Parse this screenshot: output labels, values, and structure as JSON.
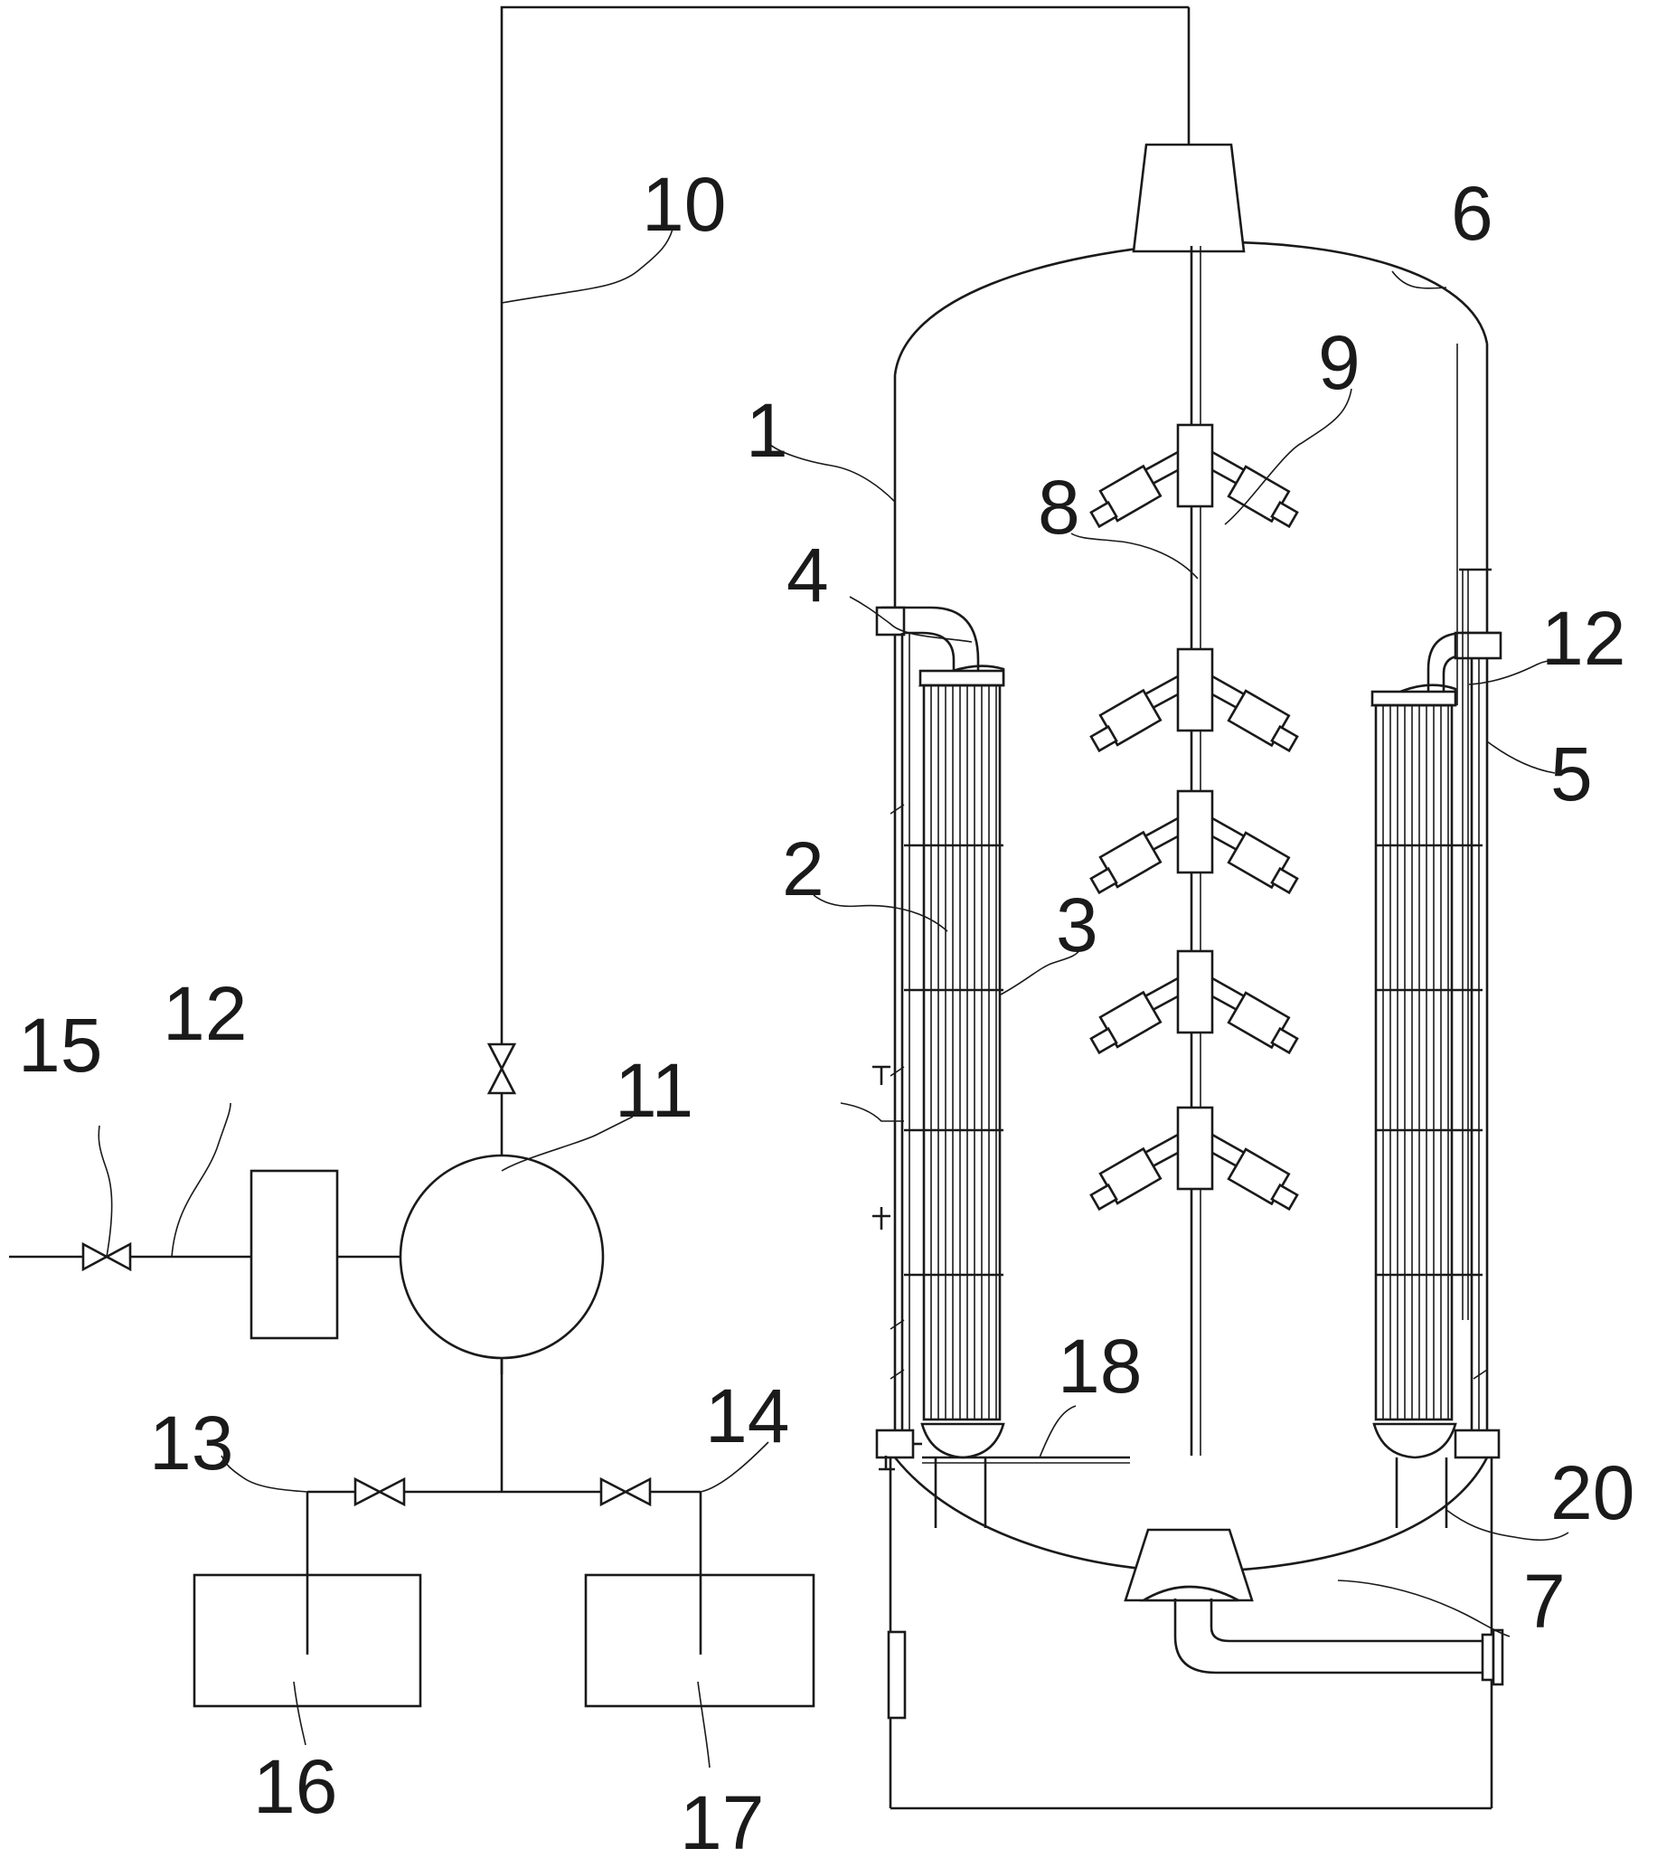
{
  "labels": {
    "l1": "1",
    "l2": "2",
    "l3": "3",
    "l4": "4",
    "l5": "5",
    "l6": "6",
    "l7": "7",
    "l8": "8",
    "l9": "9",
    "l10": "10",
    "l11": "11",
    "l12a": "12",
    "l12b": "12",
    "l13": "13",
    "l14": "14",
    "l15": "15",
    "l16": "16",
    "l17": "17",
    "l18": "18",
    "l20": "20"
  },
  "colors": {
    "line": "#1a1a1a",
    "background": "#ffffff"
  }
}
